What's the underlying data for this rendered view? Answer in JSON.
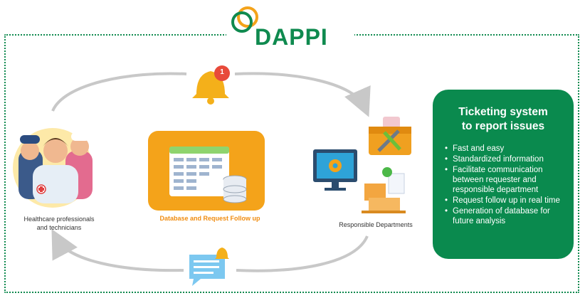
{
  "logo": {
    "text": "DAPPI"
  },
  "cycle": {
    "nodes": [
      {
        "id": "healthcare",
        "label_line1": "Healthcare professionals",
        "label_line2": "and technicians"
      },
      {
        "id": "departments",
        "label": "Responsible Departments"
      }
    ],
    "center": {
      "label": "Database and Request Follow up"
    },
    "notification": {
      "badge_count": "1"
    }
  },
  "card": {
    "title_line1": "Ticketing system",
    "title_line2": "to report issues",
    "items": [
      "Fast and easy",
      "Standardized information",
      "Facilitate communication between requester and responsible department",
      "Request follow up in real time",
      "Generation of database for future analysis"
    ]
  },
  "colors": {
    "brand_green": "#0f8a4f",
    "accent_orange": "#f4a31a",
    "card_green": "#0a8a4e"
  }
}
